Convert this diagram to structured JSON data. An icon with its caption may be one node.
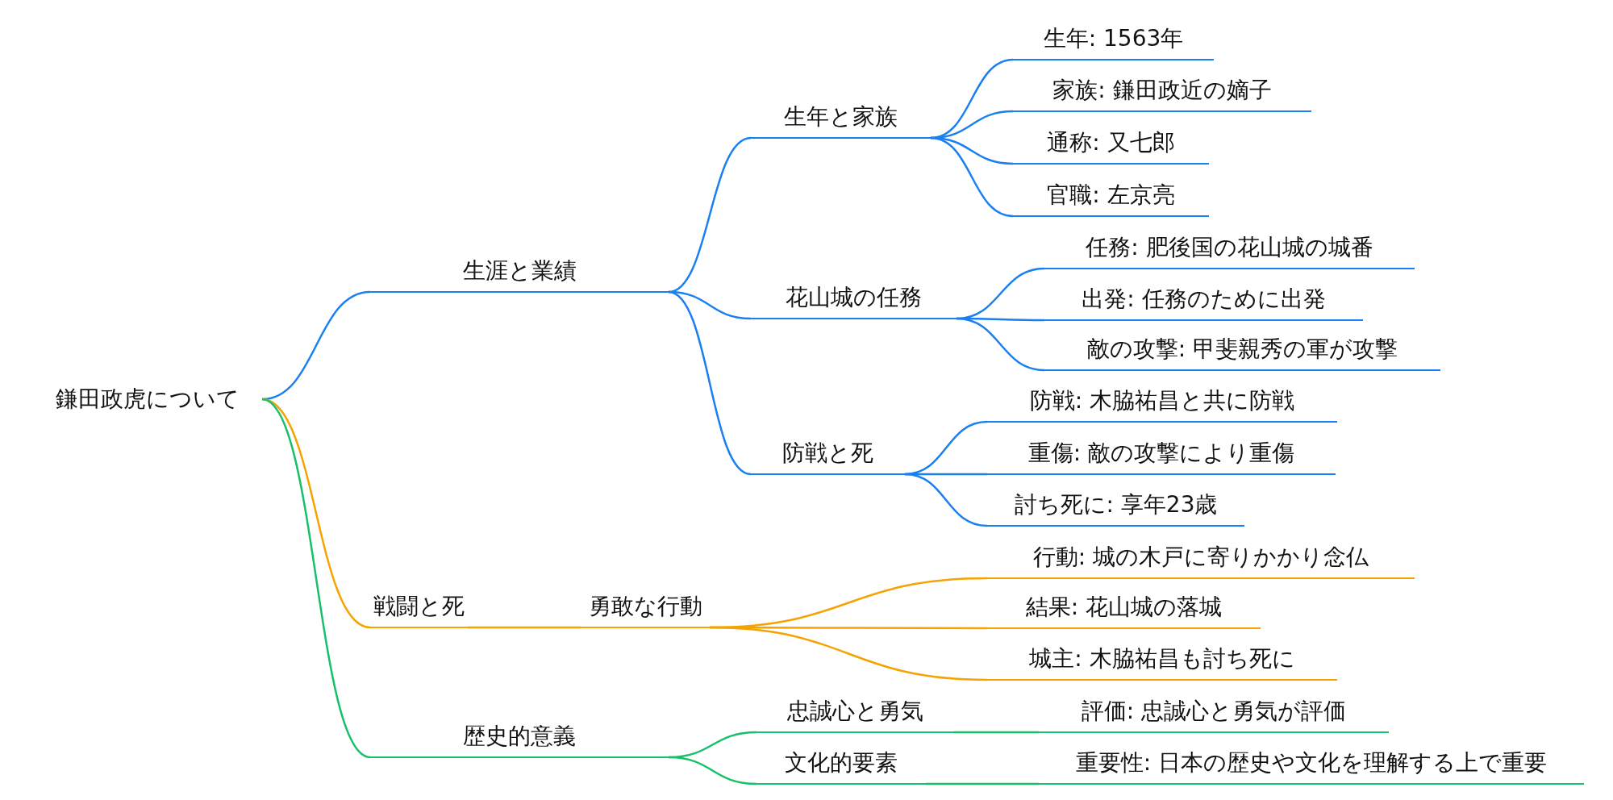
{
  "diagram": {
    "nodes": [
      {
        "text": [
          "鎌田政虎について"
        ]
      },
      {
        "text": [
          "生涯と業績"
        ]
      },
      {
        "text": [
          "生年と家族"
        ]
      },
      {
        "text": [
          "生年: 1563年"
        ]
      },
      {
        "text": [
          "家族: 鎌田政近の嫡子"
        ]
      },
      {
        "text": [
          "通称: 又七郎"
        ]
      },
      {
        "text": [
          "官職: 左京亮"
        ]
      },
      {
        "text": [
          "花山城の任務"
        ]
      },
      {
        "text": [
          "任務: 肥後国の花山城の城番"
        ]
      },
      {
        "text": [
          "出発: 任務のために出発"
        ]
      },
      {
        "text": [
          "敵の攻撃: 甲斐親秀の軍が攻撃"
        ]
      },
      {
        "text": [
          "防戦と死"
        ]
      },
      {
        "text": [
          "防戦: 木脇祐昌と共に防戦"
        ]
      },
      {
        "text": [
          "重傷: 敵の攻撃により重傷"
        ]
      },
      {
        "text": [
          "討ち死に: 享年23歳"
        ]
      },
      {
        "text": [
          "戦闘と死"
        ]
      },
      {
        "text": [
          "勇敢な行動"
        ]
      },
      {
        "text": [
          "行動: 城の木戸に寄りかかり念仏"
        ]
      },
      {
        "text": [
          "結果: 花山城の落城"
        ]
      },
      {
        "text": [
          "城主: 木脇祐昌も討ち死に"
        ]
      },
      {
        "text": [
          "歴史的意義"
        ]
      },
      {
        "text": [
          "忠誠心と勇気"
        ]
      },
      {
        "text": [
          "評価: 忠誠心と勇気が評価"
        ]
      },
      {
        "text": [
          "文化的要素"
        ]
      },
      {
        "text": [
          "重要性: 日本の歴史や文化を理解する上で重要"
        ]
      }
    ],
    "edges": [
      {
        "from": 0,
        "to": 1,
        "arrow": "none"
      },
      {
        "from": 1,
        "to": 2,
        "arrow": "none"
      },
      {
        "from": 2,
        "to": 3,
        "arrow": "none"
      },
      {
        "from": 2,
        "to": 4,
        "arrow": "none"
      },
      {
        "from": 2,
        "to": 5,
        "arrow": "none"
      },
      {
        "from": 2,
        "to": 6,
        "arrow": "none"
      },
      {
        "from": 1,
        "to": 7,
        "arrow": "none"
      },
      {
        "from": 7,
        "to": 8,
        "arrow": "none"
      },
      {
        "from": 7,
        "to": 9,
        "arrow": "none"
      },
      {
        "from": 7,
        "to": 10,
        "arrow": "none"
      },
      {
        "from": 1,
        "to": 11,
        "arrow": "none"
      },
      {
        "from": 11,
        "to": 12,
        "arrow": "none"
      },
      {
        "from": 11,
        "to": 13,
        "arrow": "none"
      },
      {
        "from": 11,
        "to": 14,
        "arrow": "none"
      },
      {
        "from": 0,
        "to": 15,
        "arrow": "none",
        "color": "#f5a300"
      },
      {
        "from": 15,
        "to": 16,
        "arrow": "none",
        "color": "#f5a300"
      },
      {
        "from": 16,
        "to": 17,
        "arrow": "none",
        "color": "#f5a300"
      },
      {
        "from": 16,
        "to": 18,
        "arrow": "none",
        "color": "#f5a300"
      },
      {
        "from": 16,
        "to": 19,
        "arrow": "none",
        "color": "#f5a300"
      },
      {
        "from": 0,
        "to": 20,
        "arrow": "none",
        "color": "#17c06a"
      },
      {
        "from": 20,
        "to": 21,
        "arrow": "none",
        "color": "#17c06a"
      },
      {
        "from": 21,
        "to": 22,
        "arrow": "none",
        "color": "#17c06a"
      },
      {
        "from": 20,
        "to": 23,
        "arrow": "none",
        "color": "#17c06a"
      },
      {
        "from": 23,
        "to": 24,
        "arrow": "none",
        "color": "#17c06a"
      }
    ]
  }
}
